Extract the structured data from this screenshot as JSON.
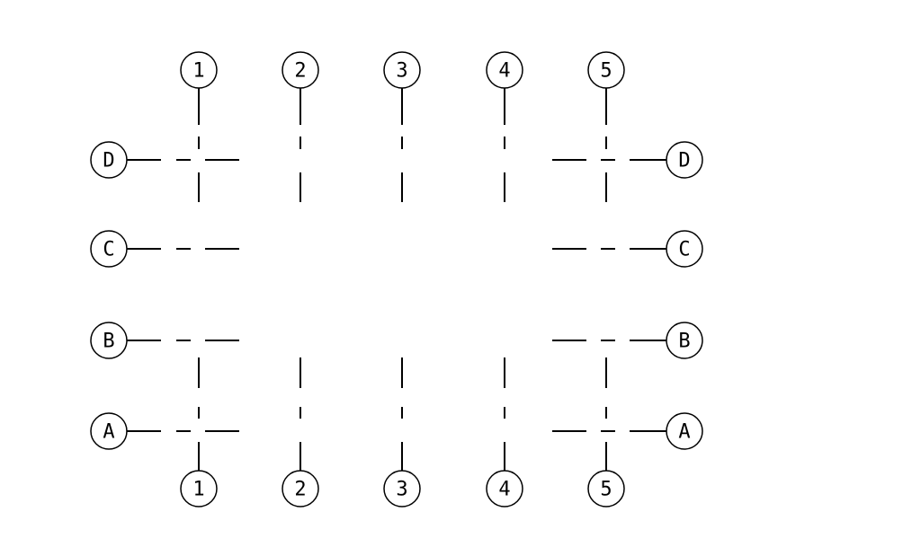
{
  "grid": {
    "column_axes": [
      "1",
      "2",
      "3",
      "4",
      "5"
    ],
    "row_axes": [
      "D",
      "C",
      "B",
      "A"
    ]
  },
  "colors": {
    "line": "#000000",
    "background": "#ffffff"
  }
}
